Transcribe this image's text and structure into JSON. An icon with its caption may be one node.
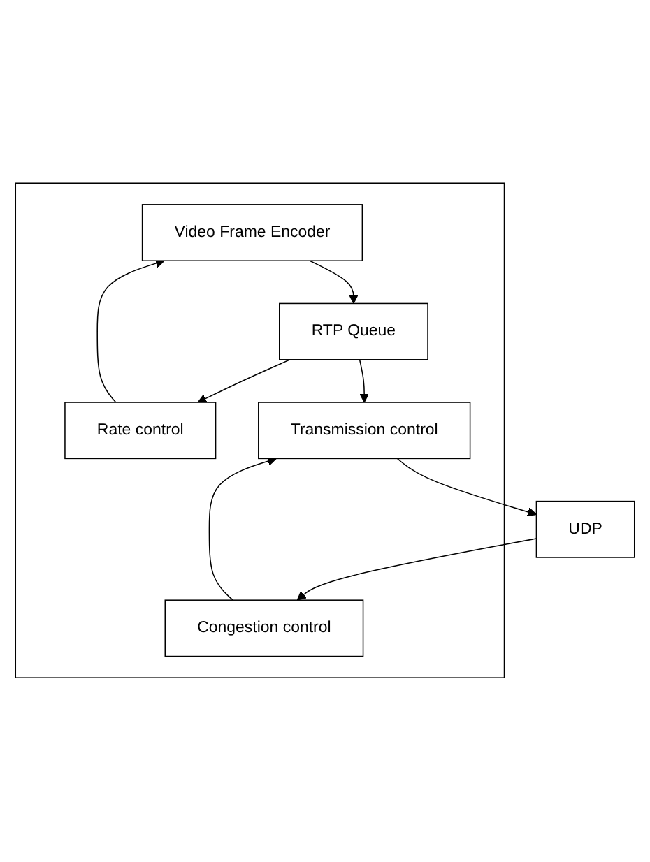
{
  "diagram": {
    "nodes": [
      {
        "text": [],
        "shape": "box"
      },
      {
        "text": [
          "Video Frame Encoder"
        ],
        "in": 0
      },
      {
        "text": [
          "Rate control"
        ],
        "in": 0
      },
      {
        "text": [
          "RTP Queue"
        ],
        "in": 0
      },
      {
        "text": [
          "Congestion control"
        ],
        "in": 0
      },
      {
        "text": [
          "Transmission control"
        ],
        "in": 0
      },
      {
        "text": [
          "UDP"
        ]
      }
    ],
    "edges": [
      {
        "from": 1,
        "to": 3,
        "arrow": "to"
      },
      {
        "from": 3,
        "to": 2,
        "arrow": "to"
      },
      {
        "from": 2,
        "to": 1,
        "arrow": "to"
      },
      {
        "from": 3,
        "to": 5,
        "arrow": "to"
      },
      {
        "from": 4,
        "to": 5,
        "arrow": "to"
      },
      {
        "from": 5,
        "to": 6,
        "arrow": "to"
      },
      {
        "from": 6,
        "to": 4,
        "arrow": "to"
      }
    ]
  }
}
